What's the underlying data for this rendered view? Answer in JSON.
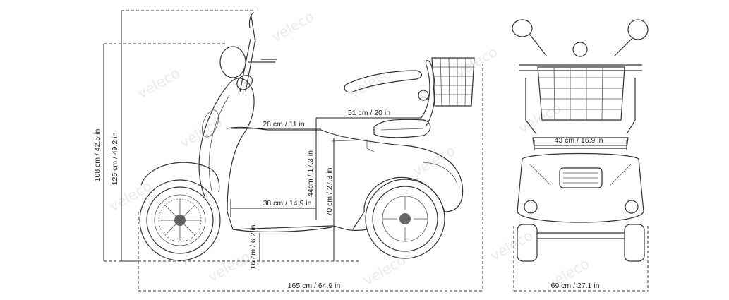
{
  "watermark": "veleco",
  "side_view": {
    "dimensions": {
      "overall_height": "125 cm / 49.2 in",
      "handlebar_height": "108 cm / 42.5 in",
      "footboard_depth": "28 cm / 11 in",
      "seat_length": "51 cm / 20 in",
      "seat_height": "44cm / 17.3 in",
      "backrest_height": "70 cm / 27.3 in",
      "footboard_length": "38 cm / 14.9 in",
      "ground_clearance": "16 cm / 6.2 in",
      "overall_length": "165 cm / 64.9 in"
    }
  },
  "rear_view": {
    "dimensions": {
      "seat_width": "43 cm / 16.9 in",
      "overall_width": "69 cm / 27.1 in"
    }
  }
}
